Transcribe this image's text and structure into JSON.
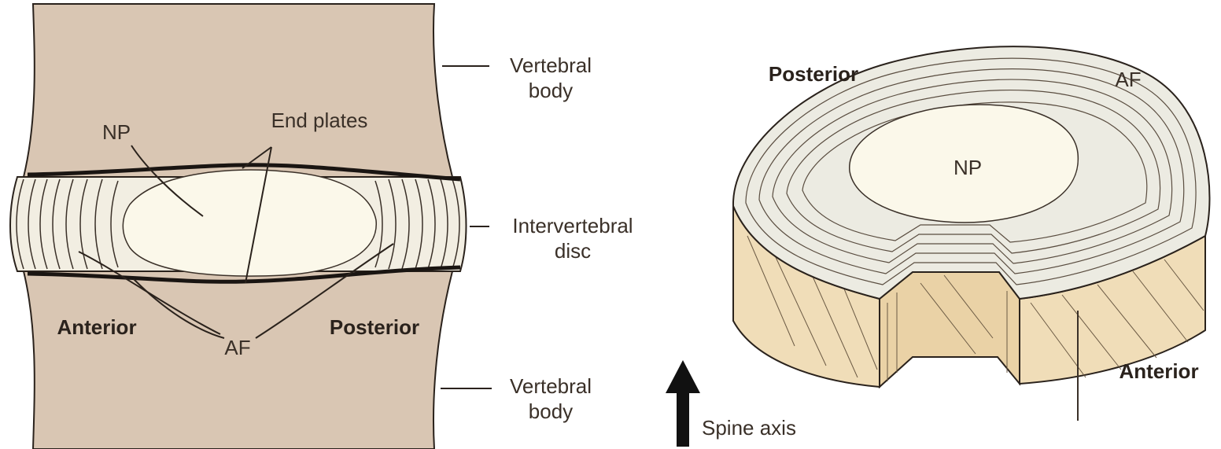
{
  "left_panel": {
    "vertebral_body_top": [
      "Vertebral",
      "body"
    ],
    "np": "NP",
    "end_plates": "End plates",
    "intervertebral_disc": [
      "Intervertebral",
      "disc"
    ],
    "anterior": "Anterior",
    "posterior": "Posterior",
    "af": "AF",
    "vertebral_body_bottom": [
      "Vertebral",
      "body"
    ]
  },
  "right_panel": {
    "posterior": "Posterior",
    "af": "AF",
    "np": "NP",
    "anterior": "Anterior",
    "spine_axis": "Spine axis"
  },
  "colors": {
    "bone": "#d9c6b3",
    "disc": "#fbf8ea",
    "outline": "#1a1512",
    "ring_fill": "#ecebe2",
    "lamellae_side": "#f0ddb8"
  }
}
